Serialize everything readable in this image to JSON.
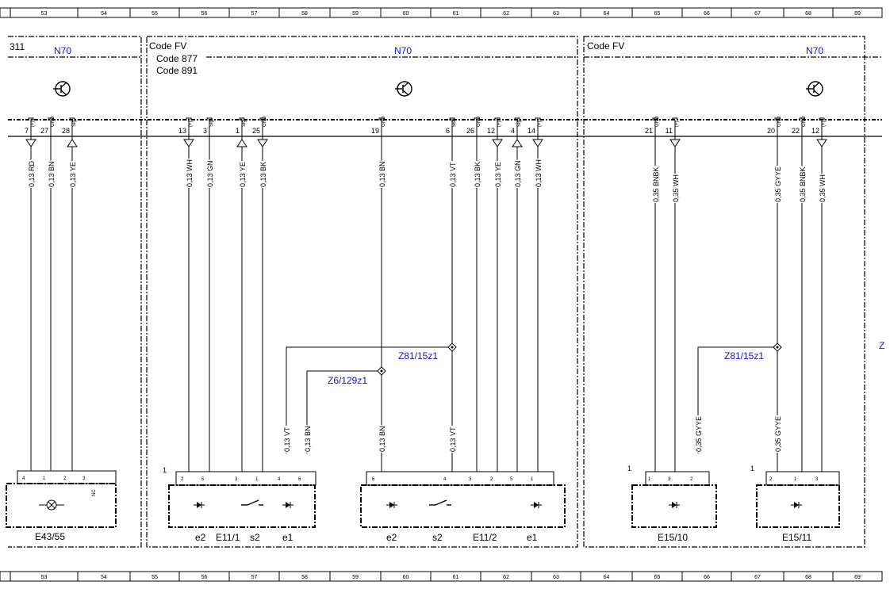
{
  "ruler": {
    "columns": [
      "53",
      "54",
      "55",
      "56",
      "57",
      "58",
      "59",
      "60",
      "61",
      "62",
      "63",
      "64",
      "65",
      "66",
      "67",
      "68",
      "69"
    ]
  },
  "zones": [
    {
      "code_lines": [
        "311"
      ],
      "module": "N70"
    },
    {
      "code_lines": [
        "Code FV",
        "Code 877",
        "Code 891"
      ],
      "module": "N70"
    },
    {
      "code_lines": [
        "Code FV"
      ],
      "module": "N70"
    }
  ],
  "pins": [
    {
      "num": "7",
      "func": "(+)",
      "wire": "0,13 RD",
      "dir": "down"
    },
    {
      "num": "27",
      "func": "GND",
      "wire": "0,13 BN",
      "dir": "none"
    },
    {
      "num": "28",
      "func": "Sig",
      "wire": "0,13 YE",
      "dir": "up"
    },
    {
      "num": "13",
      "func": "(+)",
      "wire": "0,13 WH",
      "dir": "down"
    },
    {
      "num": "3",
      "func": "Sig",
      "wire": "0,13 GN",
      "dir": "none"
    },
    {
      "num": "1",
      "func": "Sig",
      "wire": "0,13 YE",
      "dir": "up"
    },
    {
      "num": "25",
      "func": "GND",
      "wire": "0,13 BK",
      "dir": "down"
    },
    {
      "num": "19",
      "func": "GND",
      "wire": "0,13 BN",
      "dir": "none"
    },
    {
      "num": "6",
      "func": "58d",
      "wire": "0,13 VT",
      "dir": "none"
    },
    {
      "num": "26",
      "func": "GND",
      "wire": "0,13 BK",
      "dir": "none"
    },
    {
      "num": "12",
      "func": "(+)",
      "wire": "0,13 YE",
      "dir": "down"
    },
    {
      "num": "4",
      "func": "Sig",
      "wire": "0,13 GN",
      "dir": "up"
    },
    {
      "num": "14",
      "func": "(+)",
      "wire": "0,13 WH",
      "dir": "down"
    },
    {
      "num": "21",
      "func": "GND",
      "wire": "0,35 BNBK",
      "dir": "none"
    },
    {
      "num": "11",
      "func": "(+)",
      "wire": "0,35 WH",
      "dir": "down"
    },
    {
      "num": "20",
      "func": "GND",
      "wire": "0,35 GYYE",
      "dir": "none"
    },
    {
      "num": "22",
      "func": "GND",
      "wire": "0,35 BNBK",
      "dir": "none"
    },
    {
      "num": "12",
      "func": "(+)",
      "wire": "0,35 WH",
      "dir": "down"
    }
  ],
  "splices": [
    {
      "label": "Z81/15z1"
    },
    {
      "label": "Z6/129z1"
    },
    {
      "label": "Z81/15z1"
    }
  ],
  "lower_wires": [
    "0,13 VT",
    "0,13 BN",
    "0,13 BN",
    "0,13 VT",
    "0,35 GYYE",
    "0,35 GYYE"
  ],
  "components": [
    {
      "name": "E43/55",
      "pins": [
        "4",
        "1",
        "2",
        "3"
      ],
      "nc": "NC",
      "labels": []
    },
    {
      "name": "",
      "one": "1",
      "pins": [
        "2",
        "5",
        "3",
        "1",
        "4",
        "6"
      ],
      "labels": [
        "e2",
        "E11/1",
        "s2",
        "e1"
      ]
    },
    {
      "name": "",
      "pins": [
        "6",
        "4",
        "3",
        "2",
        "5",
        "1"
      ],
      "labels": [
        "e2",
        "s2",
        "E11/2",
        "e1"
      ]
    },
    {
      "name": "E15/10",
      "one": "1",
      "pins": [
        "1",
        "3",
        "2"
      ],
      "labels": []
    },
    {
      "name": "E15/11",
      "one": "1",
      "pins": [
        "2",
        "1",
        "3"
      ],
      "labels": []
    }
  ],
  "edge_marker": "Z"
}
